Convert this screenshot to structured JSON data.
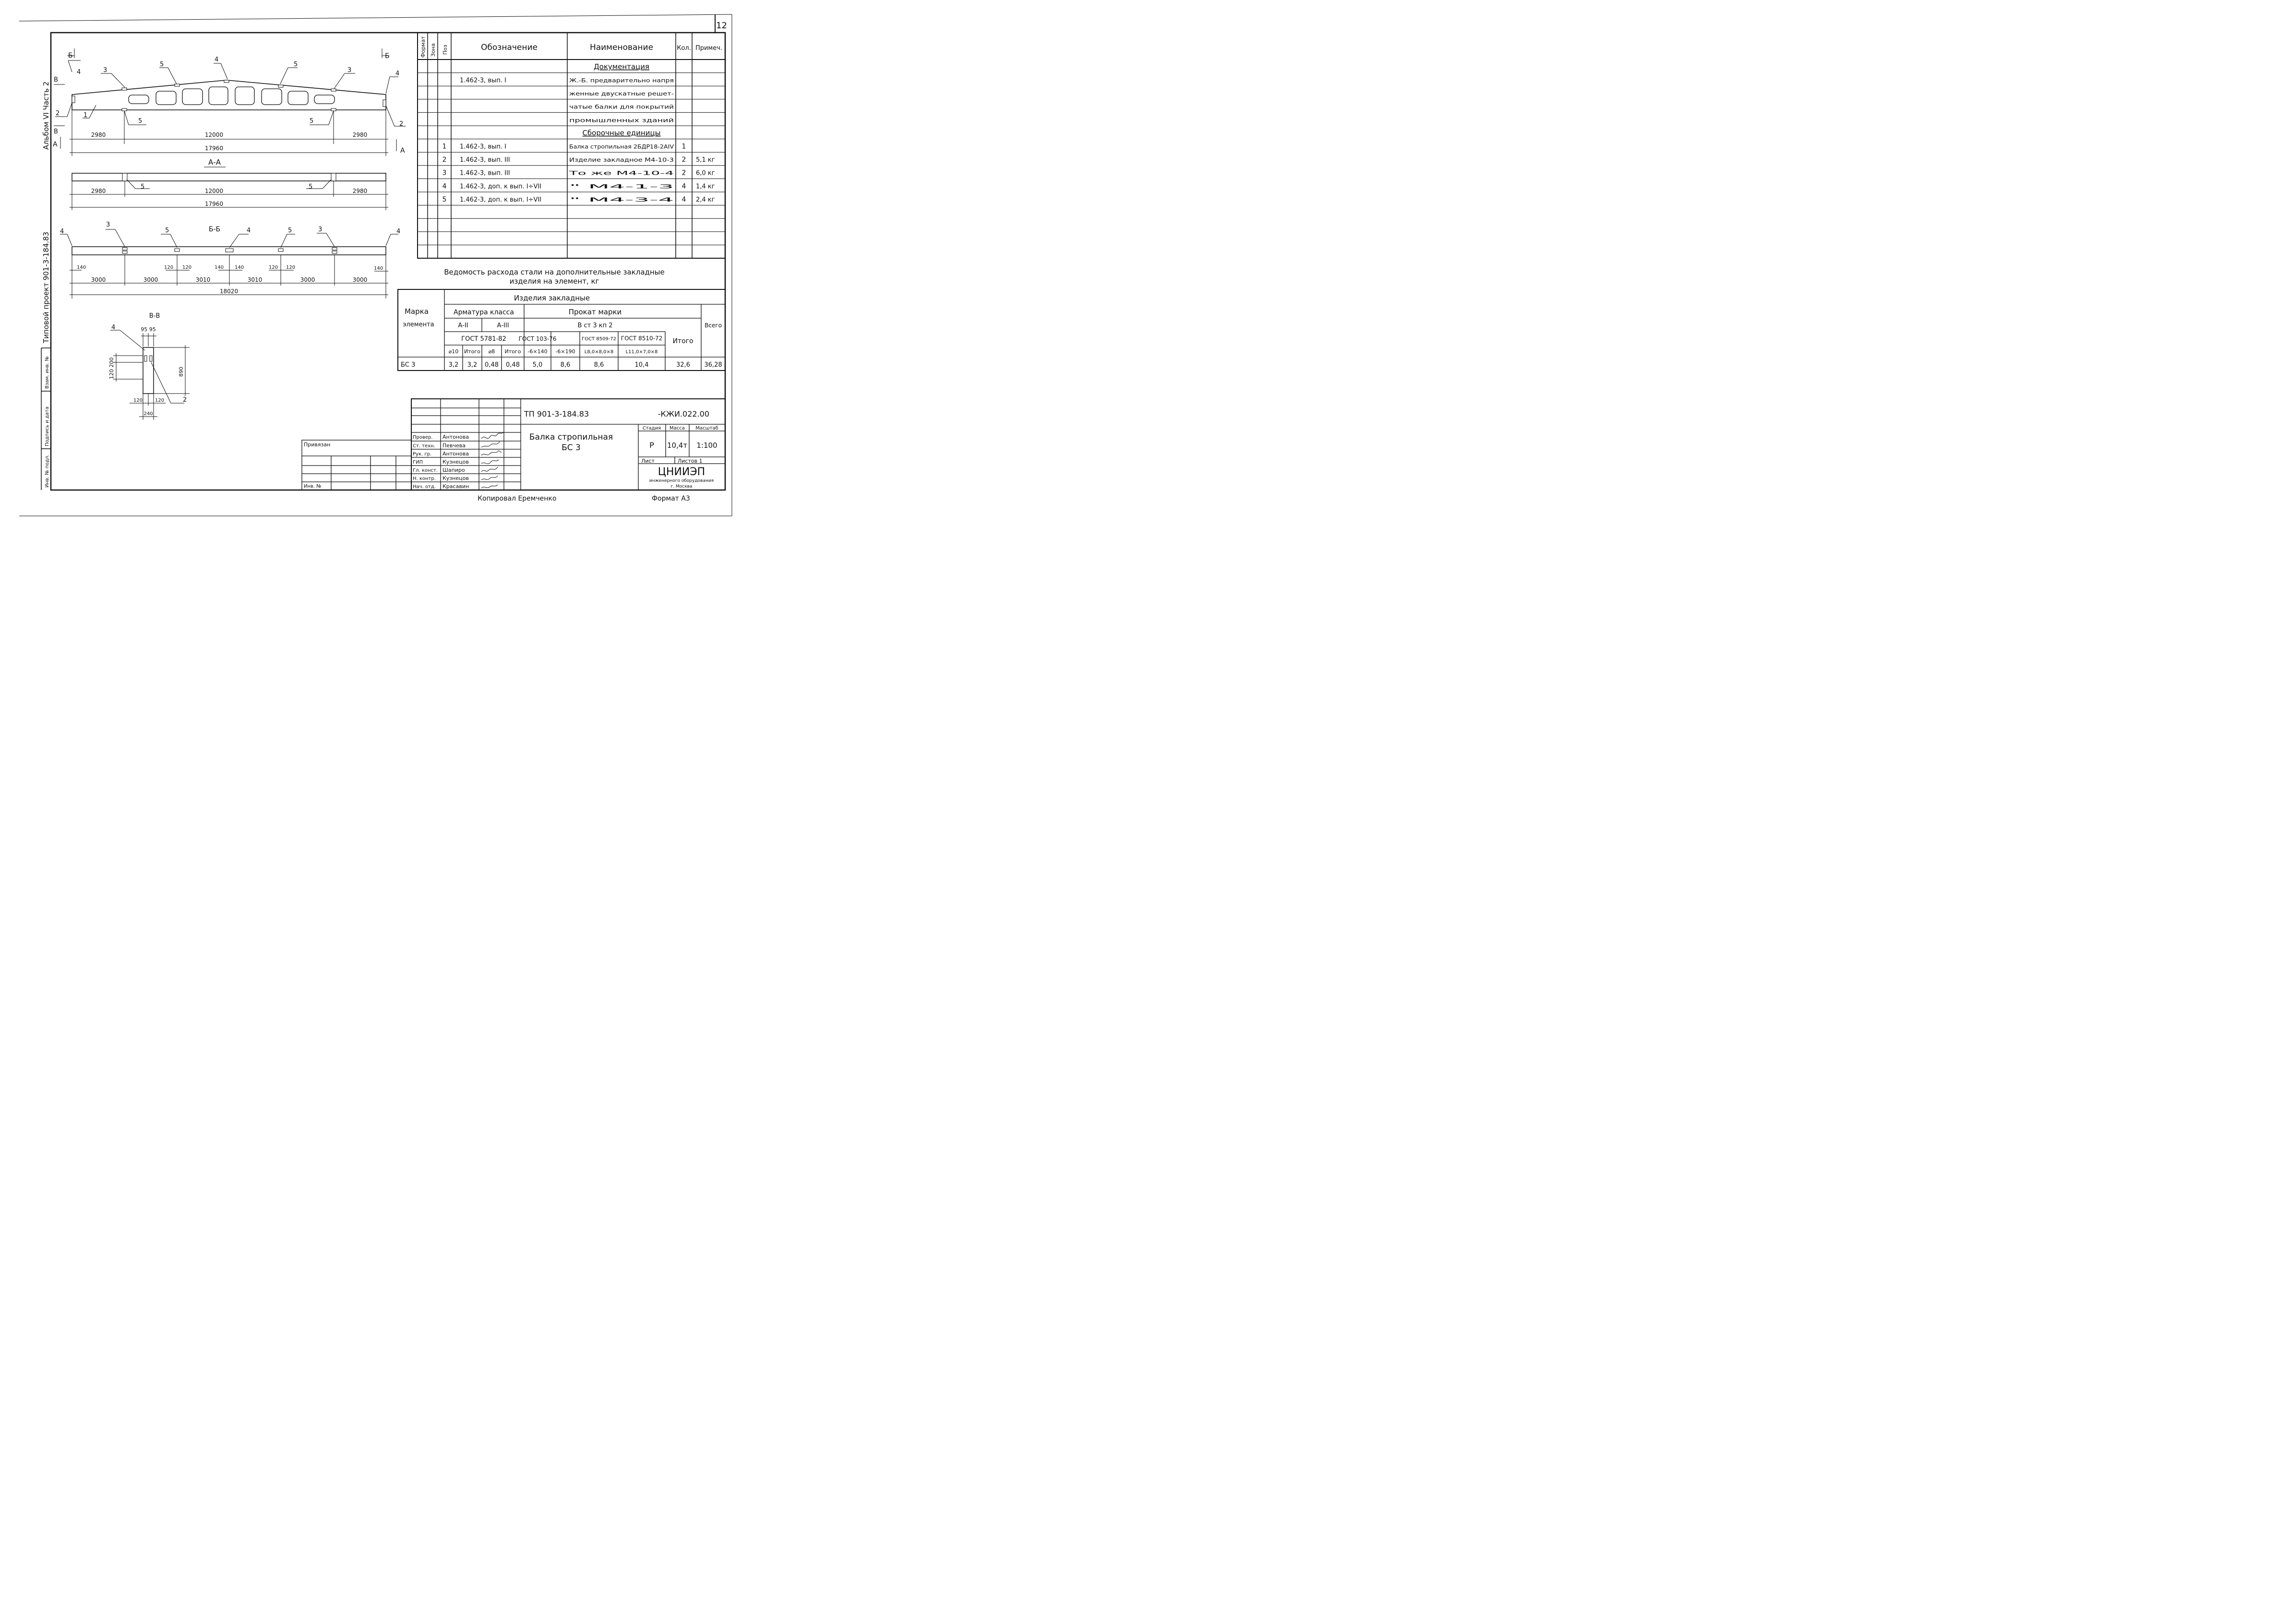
{
  "sheet": {
    "sheet_no": "12",
    "side_album": "Альбом VI   Часть 2",
    "side_project": "Типовой проект 901-3-184.83",
    "side_cells": [
      "Взам. инв. №",
      "Подпись и дата",
      "Инв. № подл."
    ],
    "copied_by": "Копировал Еремченко",
    "format": "Формат А3"
  },
  "drawing": {
    "elevation": {
      "marks": [
        "Б",
        "Б",
        "В",
        "В",
        "А",
        "А"
      ],
      "callouts": [
        "4",
        "3",
        "5",
        "4",
        "5",
        "3",
        "4",
        "2",
        "1",
        "5",
        "5",
        "2"
      ],
      "dims_parts": [
        "2980",
        "12000",
        "2980"
      ],
      "dim_total": "17960"
    },
    "section_aa": {
      "title": "А-А",
      "callouts": [
        "5",
        "5"
      ],
      "dims_parts": [
        "2980",
        "12000",
        "2980"
      ],
      "dim_total": "17960"
    },
    "section_bb": {
      "title": "Б-Б",
      "callouts": [
        "4",
        "3",
        "5",
        "4",
        "5",
        "3",
        "4"
      ],
      "small_dims": [
        "140",
        "120",
        "120",
        "140",
        "140",
        "120",
        "120",
        "140"
      ],
      "dims_parts": [
        "3000",
        "3000",
        "3010",
        "3010",
        "3000",
        "3000"
      ],
      "dim_total": "18020"
    },
    "section_vv": {
      "title": "В-В",
      "top_dims": "95 95",
      "left_dims": "120 200",
      "height": "890",
      "bottom_dims": [
        "120",
        "120"
      ],
      "width": "240",
      "callouts": [
        "4",
        "2"
      ]
    }
  },
  "spec": {
    "headers": [
      "Формат",
      "Зона",
      "Поз",
      "Обозначение",
      "Наименование",
      "Кол.",
      "Примеч."
    ],
    "rows": [
      {
        "pos": "",
        "des": "",
        "name": "Документация",
        "qty": "",
        "note": "",
        "section": true
      },
      {
        "pos": "",
        "des": "1.462-3, вып. I",
        "name": "Ж.-Б. предварительно напря",
        "qty": "",
        "note": ""
      },
      {
        "pos": "",
        "des": "",
        "name": "женные двускатные решет-",
        "qty": "",
        "note": ""
      },
      {
        "pos": "",
        "des": "",
        "name": "чатые балки для покрытий",
        "qty": "",
        "note": ""
      },
      {
        "pos": "",
        "des": "",
        "name": "промышленных зданий",
        "qty": "",
        "note": ""
      },
      {
        "pos": "",
        "des": "",
        "name": "Сборочные единицы",
        "qty": "",
        "note": "",
        "section": true
      },
      {
        "pos": "1",
        "des": "1.462-3, вып. I",
        "name": "Балка стропильная  2БДР18-2АIV",
        "qty": "1",
        "note": ""
      },
      {
        "pos": "2",
        "des": "1.462-3, вып. III",
        "name": "Изделие закладное  М4-10-3",
        "qty": "2",
        "note": "5,1 кг"
      },
      {
        "pos": "3",
        "des": "1.462-3, вып. III",
        "name": "То же               М4-10-4",
        "qty": "2",
        "note": "6,0 кг"
      },
      {
        "pos": "4",
        "des": "1.462-3, доп. к вып. I÷VII",
        "name": "   \"                  М4-1-3",
        "qty": "4",
        "note": "1,4 кг"
      },
      {
        "pos": "5",
        "des": "1.462-3, доп. к вып. I÷VII",
        "name": "   \"                  М4-3-4",
        "qty": "4",
        "note": "2,4 кг"
      },
      {
        "pos": "",
        "des": "",
        "name": "",
        "qty": "",
        "note": ""
      },
      {
        "pos": "",
        "des": "",
        "name": "",
        "qty": "",
        "note": ""
      },
      {
        "pos": "",
        "des": "",
        "name": "",
        "qty": "",
        "note": ""
      },
      {
        "pos": "",
        "des": "",
        "name": "",
        "qty": "",
        "note": ""
      }
    ]
  },
  "steel": {
    "title1": "Ведомость расхода стали на дополнительные закладные",
    "title2": "изделия на элемент, кг",
    "h_mark": [
      "Марка",
      "элемента"
    ],
    "h_items": "Изделия закладные",
    "h_armatura": "Арматура класса",
    "h_prokat": "Прокат марки",
    "h_a2": "А-II",
    "h_a3": "А-III",
    "h_vst": "В ст 3 кп 2",
    "h_gost_a": "ГОСТ 5781-82",
    "h_gost1": "ГОСТ 103-76",
    "h_gost2": "ГОСТ 8509-72",
    "h_gost3": "ГОСТ 8510-72",
    "h_itogo_big": "Итого",
    "h_total": "Всего",
    "h_sub": [
      "⌀10",
      "Итого",
      "⌀8",
      "Итого",
      "-6×140",
      "-6×190",
      "L8,0×8,0×8",
      "L11,0×7,0×8"
    ],
    "row": [
      "БС 3",
      "3,2",
      "3,2",
      "0,48",
      "0,48",
      "5,0",
      "8,6",
      "8,6",
      "10,4",
      "32,6",
      "36,28"
    ]
  },
  "title_block": {
    "doc_code": "ТП 901-3-184.83",
    "doc_suffix": "-КЖИ.022.00",
    "title1": "Балка стропильная",
    "title2": "БС 3",
    "hdr_stage": "Стадия",
    "hdr_mass": "Масса",
    "hdr_scale": "Масштаб",
    "stage": "Р",
    "mass": "10,4т",
    "scale": "1:100",
    "sheet": "Лист",
    "sheets": "Листов 1",
    "org1": "ЦНИИЭП",
    "org2": "инженерного оборудования",
    "org3": "г. Москва",
    "attached": "Привязан",
    "inv": "Инв. №",
    "roles": [
      "Провер.",
      "Ст. техн.",
      "Рук. гр.",
      "ГИП",
      "Гл. конст.",
      "Н. контр.",
      "Нач. отд."
    ],
    "names": [
      "Антонова",
      "Певчева",
      "Антонова",
      "Кузнецов",
      "Шапиро",
      "Кузнецов",
      "Красавин"
    ]
  }
}
